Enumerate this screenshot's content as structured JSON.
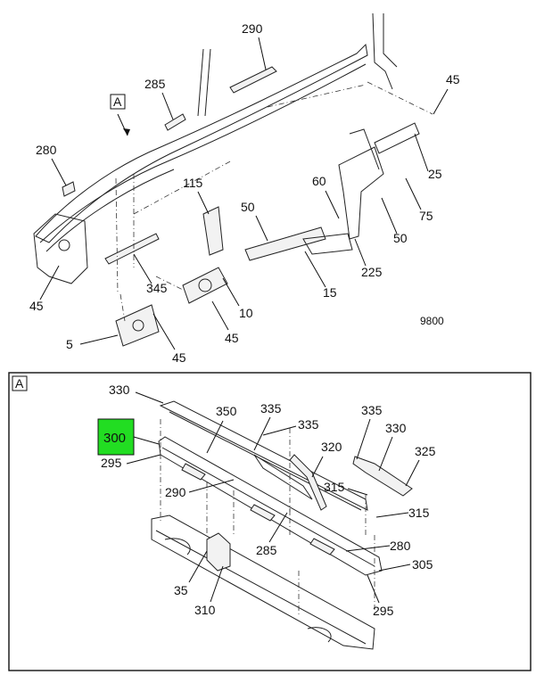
{
  "main_view": {
    "view_tag": "A",
    "figure_code": "9800",
    "callouts": [
      "290",
      "285",
      "45",
      "280",
      "115",
      "50",
      "60",
      "25",
      "75",
      "50",
      "345",
      "225",
      "15",
      "45",
      "10",
      "5",
      "45",
      "45"
    ]
  },
  "detail_view": {
    "tag": "A",
    "highlighted_callout": "300",
    "callouts": [
      "330",
      "350",
      "335",
      "335",
      "335",
      "330",
      "325",
      "295",
      "320",
      "290",
      "315",
      "315",
      "285",
      "280",
      "305",
      "35",
      "310",
      "295"
    ]
  },
  "colors": {
    "highlight": "#22dd22",
    "line": "#222222"
  }
}
